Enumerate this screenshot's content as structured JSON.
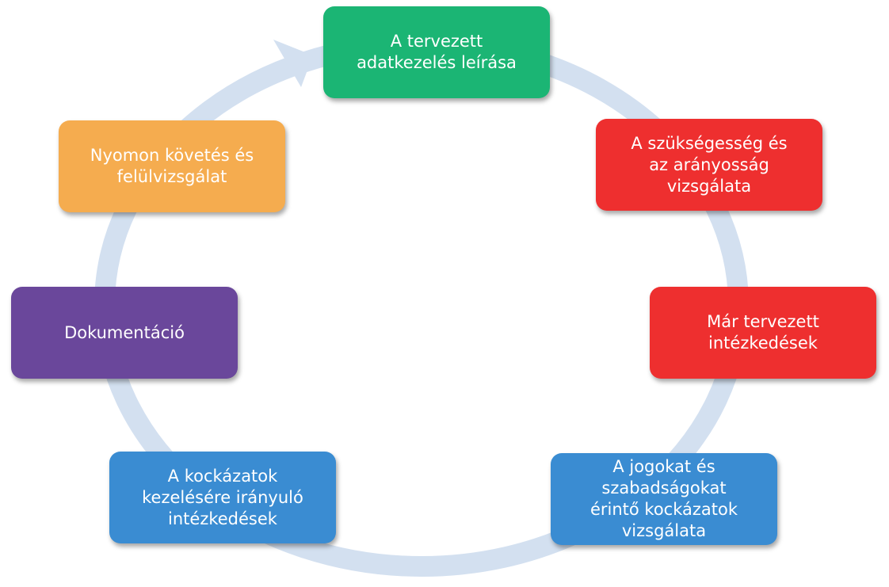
{
  "diagram": {
    "type": "cycle",
    "ring_color": "#d3e0f0",
    "steps": [
      {
        "label": "A tervezett\nadatkezelés leírása",
        "color": "#1bb574"
      },
      {
        "label": "A szükségesség és\naz arányosság\nvizsgálata",
        "color": "#ee2f2f"
      },
      {
        "label": "Már tervezett\nintézkedések",
        "color": "#ee2f2f"
      },
      {
        "label": "A jogokat és\nszabadságokat\nérintő kockázatok\nvizsgálata",
        "color": "#3a8cd2"
      },
      {
        "label": "A kockázatok\nkezelésére irányuló\nintézkedések",
        "color": "#3a8cd2"
      },
      {
        "label": "Dokumentáció",
        "color": "#6a479b"
      },
      {
        "label": "Nyomon követés és\nfelülvizsgálat",
        "color": "#f5ac4f"
      }
    ]
  }
}
